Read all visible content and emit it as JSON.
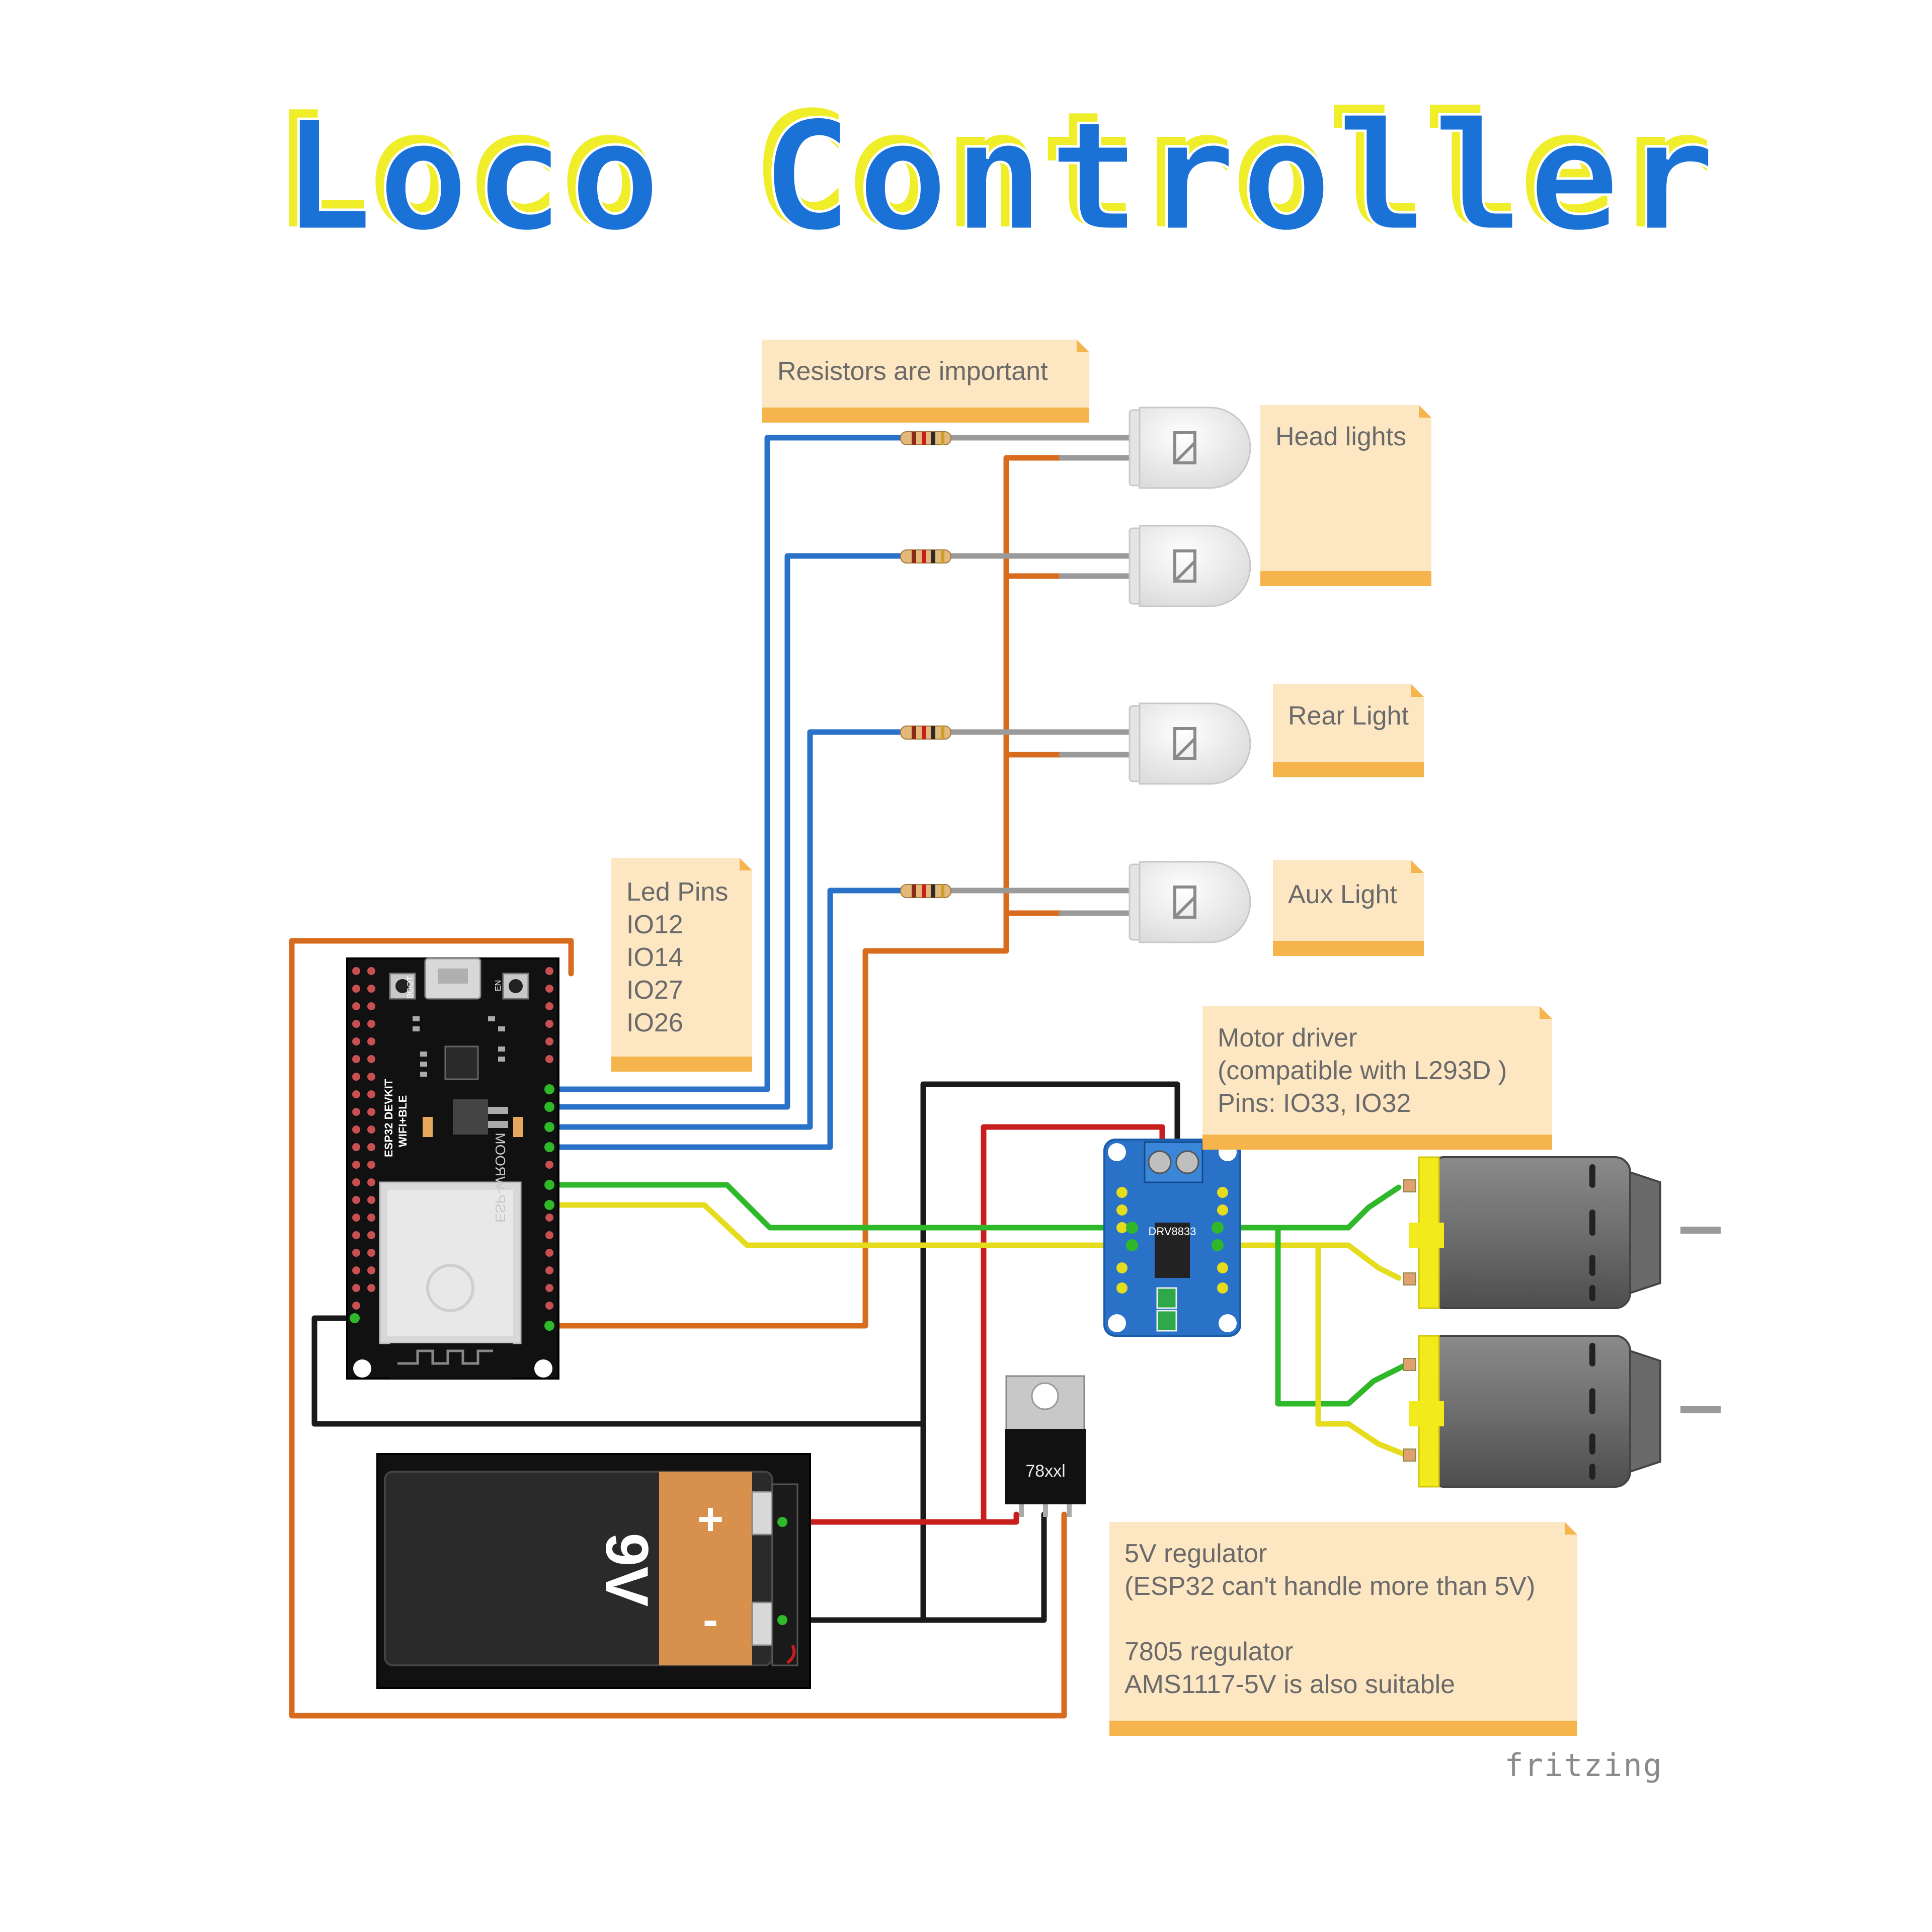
{
  "title": "Loco Controller",
  "notes": {
    "resistors": [
      "Resistors are important"
    ],
    "headlights": [
      "Head lights"
    ],
    "rear": [
      "Rear Light"
    ],
    "aux": [
      "Aux Light"
    ],
    "ledpins": [
      "Led Pins",
      "IO12",
      "IO14",
      "IO27",
      "IO26"
    ],
    "motordriver": [
      "Motor driver",
      "(compatible with L293D )",
      "Pins: IO33, IO32"
    ],
    "regulator": [
      "5V regulator",
      "(ESP32 can't handle more than 5V)",
      "",
      "7805 regulator",
      "AMS1117-5V is also suitable"
    ]
  },
  "board": {
    "label1": "ESP32 DEVKIT",
    "label2": "WIFI+BLE",
    "module": "ESP-WROOM",
    "boot": "BOOT",
    "en": "EN"
  },
  "driver": {
    "label": "DRV8833"
  },
  "regulator_part": {
    "label": "78xxl"
  },
  "battery": {
    "label": "9V",
    "plus": "+",
    "minus": "-"
  },
  "watermark": "fritzing",
  "colors": {
    "blue_wire": "#2a72c8",
    "orange_wire": "#d86c1e",
    "green_wire": "#2fb82a",
    "yellow_wire": "#e6dc1e",
    "red_wire": "#c81e1e",
    "black_wire": "#1a1a1a",
    "note_bg": "#fde6c2",
    "note_edge": "#f6b54c",
    "title_blue": "#1a72d6",
    "title_yellow": "#f0ee2a"
  }
}
